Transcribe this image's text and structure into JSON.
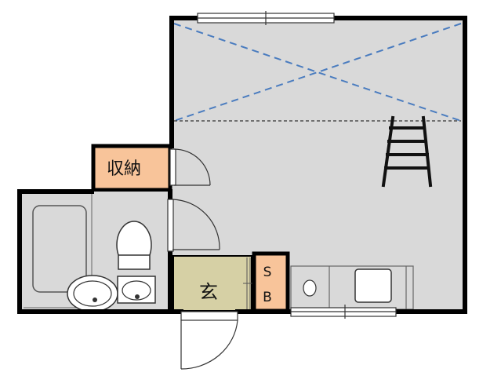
{
  "rooms": {
    "storage": {
      "label": "収納"
    },
    "entrance": {
      "label": "玄"
    },
    "shoe_box": {
      "label_top": "S",
      "label_bottom": "B"
    }
  },
  "colors": {
    "floor": "#d9d9d9",
    "storage_fill": "#f8c49a",
    "entrance_fill": "#d6d0a5",
    "wall": "#000000",
    "loft_line": "#4a7cbf"
  },
  "icons": {
    "loft": "loft-ladder-icon",
    "bath": "bathtub-icon",
    "toilet": "toilet-icon",
    "wash_basin": "wash-basin-icon",
    "kitchen": "kitchen-counter-icon"
  }
}
